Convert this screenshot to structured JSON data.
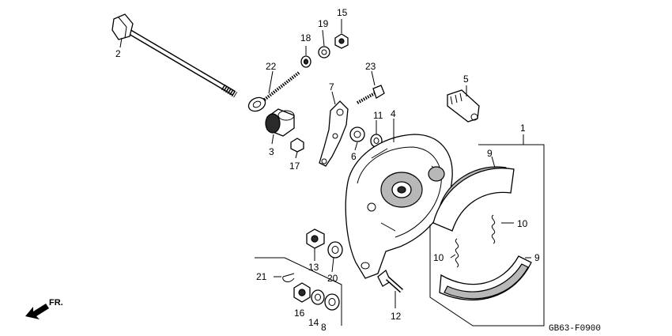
{
  "diagram": {
    "code": "GB63-F0900",
    "direction_label": "FR.",
    "callouts": {
      "c1": "1",
      "c2": "2",
      "c3": "3",
      "c4": "4",
      "c5": "5",
      "c6": "6",
      "c7": "7",
      "c8": "8",
      "c9a": "9",
      "c9b": "9",
      "c10a": "10",
      "c10b": "10",
      "c11": "11",
      "c12": "12",
      "c13": "13",
      "c14": "14",
      "c15": "15",
      "c16": "16",
      "c17": "17",
      "c18": "18",
      "c19": "19",
      "c20": "20",
      "c21": "21",
      "c22": "22",
      "c23": "23"
    }
  }
}
